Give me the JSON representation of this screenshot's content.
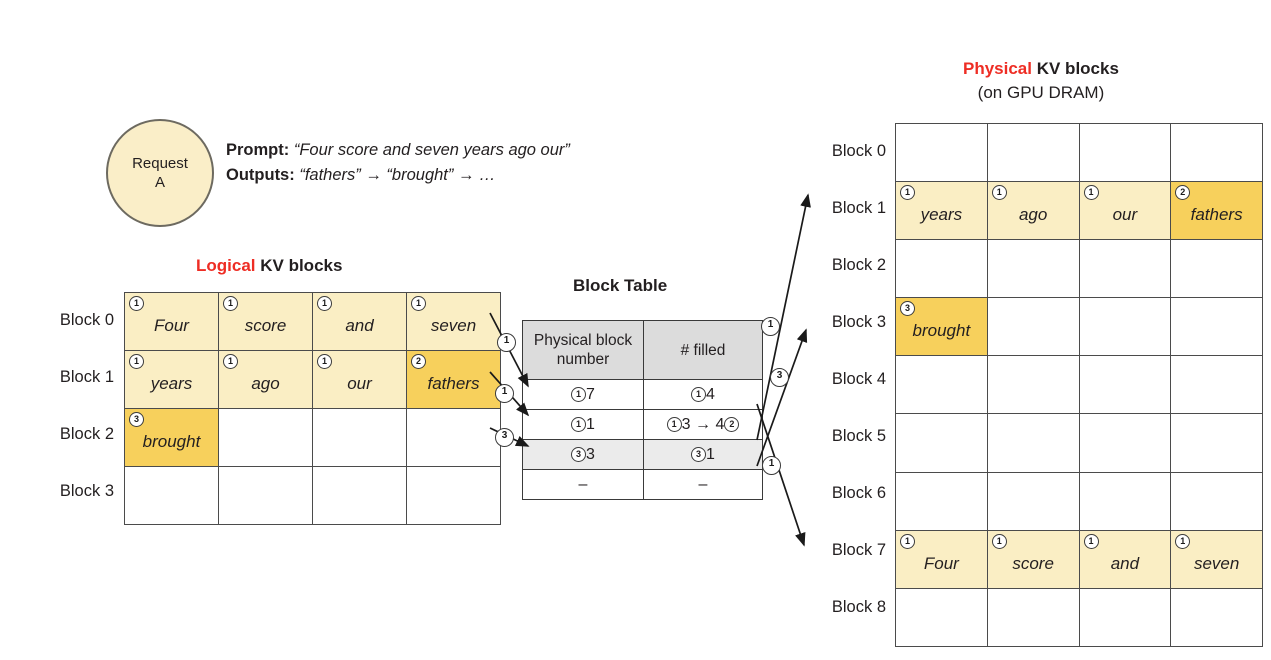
{
  "request": {
    "line1": "Request",
    "line2": "A"
  },
  "prompt": {
    "prompt_label": "Prompt:",
    "prompt_text": "“Four score and seven years ago our”",
    "outputs_label": "Outputs:",
    "outputs_text": "“fathers” → “brought” → …"
  },
  "logical": {
    "title_accent": "Logical",
    "title_rest": " KV blocks",
    "row_labels": [
      "Block 0",
      "Block 1",
      "Block 2",
      "Block 3"
    ],
    "rows": [
      [
        {
          "word": "Four",
          "badge": "1",
          "fill": "f1"
        },
        {
          "word": "score",
          "badge": "1",
          "fill": "f1"
        },
        {
          "word": "and",
          "badge": "1",
          "fill": "f1"
        },
        {
          "word": "seven",
          "badge": "1",
          "fill": "f1"
        }
      ],
      [
        {
          "word": "years",
          "badge": "1",
          "fill": "f1"
        },
        {
          "word": "ago",
          "badge": "1",
          "fill": "f1"
        },
        {
          "word": "our",
          "badge": "1",
          "fill": "f1"
        },
        {
          "word": "fathers",
          "badge": "2",
          "fill": "f2"
        }
      ],
      [
        {
          "word": "brought",
          "badge": "3",
          "fill": "f3"
        },
        {
          "word": "",
          "badge": "",
          "fill": ""
        },
        {
          "word": "",
          "badge": "",
          "fill": ""
        },
        {
          "word": "",
          "badge": "",
          "fill": ""
        }
      ],
      [
        {
          "word": "",
          "badge": "",
          "fill": ""
        },
        {
          "word": "",
          "badge": "",
          "fill": ""
        },
        {
          "word": "",
          "badge": "",
          "fill": ""
        },
        {
          "word": "",
          "badge": "",
          "fill": ""
        }
      ]
    ]
  },
  "block_table": {
    "title": "Block Table",
    "headers": [
      "Physical block number",
      "# filled"
    ],
    "rows": [
      {
        "shaded": false,
        "phys_badge": "1",
        "phys": "7",
        "filled_badge": "1",
        "filled": "4",
        "filled_badge2": "",
        "filled2": ""
      },
      {
        "shaded": false,
        "phys_badge": "1",
        "phys": "1",
        "filled_badge": "1",
        "filled": "3 → 4",
        "filled_badge2": "2",
        "filled2": ""
      },
      {
        "shaded": true,
        "phys_badge": "3",
        "phys": "3",
        "filled_badge": "3",
        "filled": "1",
        "filled_badge2": "",
        "filled2": ""
      },
      {
        "shaded": false,
        "phys_badge": "",
        "phys": "–",
        "filled_badge": "",
        "filled": "–",
        "filled_badge2": "",
        "filled2": ""
      }
    ]
  },
  "physical": {
    "title_accent": "Physical",
    "title_rest": " KV blocks",
    "title_sub": "(on GPU DRAM)",
    "row_labels": [
      "Block 0",
      "Block 1",
      "Block 2",
      "Block 3",
      "Block 4",
      "Block 5",
      "Block 6",
      "Block 7",
      "Block 8"
    ],
    "rows": [
      [
        {
          "word": "",
          "badge": "",
          "fill": ""
        },
        {
          "word": "",
          "badge": "",
          "fill": ""
        },
        {
          "word": "",
          "badge": "",
          "fill": ""
        },
        {
          "word": "",
          "badge": "",
          "fill": ""
        }
      ],
      [
        {
          "word": "years",
          "badge": "1",
          "fill": "f1"
        },
        {
          "word": "ago",
          "badge": "1",
          "fill": "f1"
        },
        {
          "word": "our",
          "badge": "1",
          "fill": "f1"
        },
        {
          "word": "fathers",
          "badge": "2",
          "fill": "f2"
        }
      ],
      [
        {
          "word": "",
          "badge": "",
          "fill": ""
        },
        {
          "word": "",
          "badge": "",
          "fill": ""
        },
        {
          "word": "",
          "badge": "",
          "fill": ""
        },
        {
          "word": "",
          "badge": "",
          "fill": ""
        }
      ],
      [
        {
          "word": "brought",
          "badge": "3",
          "fill": "f3"
        },
        {
          "word": "",
          "badge": "",
          "fill": ""
        },
        {
          "word": "",
          "badge": "",
          "fill": ""
        },
        {
          "word": "",
          "badge": "",
          "fill": ""
        }
      ],
      [
        {
          "word": "",
          "badge": "",
          "fill": ""
        },
        {
          "word": "",
          "badge": "",
          "fill": ""
        },
        {
          "word": "",
          "badge": "",
          "fill": ""
        },
        {
          "word": "",
          "badge": "",
          "fill": ""
        }
      ],
      [
        {
          "word": "",
          "badge": "",
          "fill": ""
        },
        {
          "word": "",
          "badge": "",
          "fill": ""
        },
        {
          "word": "",
          "badge": "",
          "fill": ""
        },
        {
          "word": "",
          "badge": "",
          "fill": ""
        }
      ],
      [
        {
          "word": "",
          "badge": "",
          "fill": ""
        },
        {
          "word": "",
          "badge": "",
          "fill": ""
        },
        {
          "word": "",
          "badge": "",
          "fill": ""
        },
        {
          "word": "",
          "badge": "",
          "fill": ""
        }
      ],
      [
        {
          "word": "Four",
          "badge": "1",
          "fill": "f1"
        },
        {
          "word": "score",
          "badge": "1",
          "fill": "f1"
        },
        {
          "word": "and",
          "badge": "1",
          "fill": "f1"
        },
        {
          "word": "seven",
          "badge": "1",
          "fill": "f1"
        }
      ],
      [
        {
          "word": "",
          "badge": "",
          "fill": ""
        },
        {
          "word": "",
          "badge": "",
          "fill": ""
        },
        {
          "word": "",
          "badge": "",
          "fill": ""
        },
        {
          "word": "",
          "badge": "",
          "fill": ""
        }
      ]
    ]
  },
  "arrow_labels": {
    "logical_to_table": [
      "1",
      "1",
      "3"
    ],
    "table_to_physical": [
      "1",
      "3",
      "1"
    ]
  },
  "colors": {
    "accent_red": "#ee2d24",
    "fill_light": "#faeec4",
    "fill_dark": "#f7d05c",
    "header_gray": "#dcdcdc",
    "bubble": "#faeec8"
  }
}
